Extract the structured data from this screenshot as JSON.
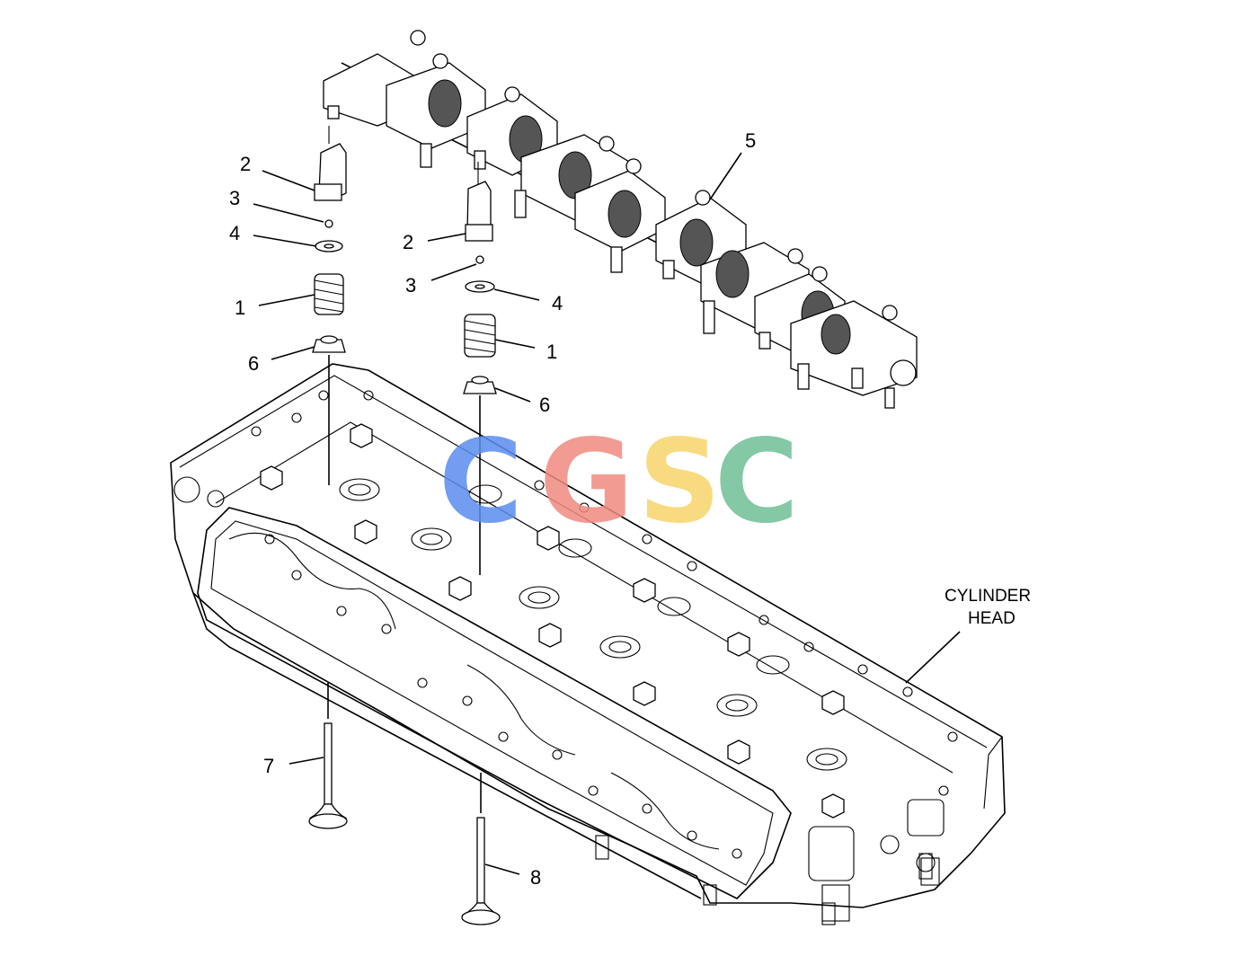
{
  "diagram": {
    "callouts": [
      {
        "id": "c2a",
        "text": "2"
      },
      {
        "id": "c3a",
        "text": "3"
      },
      {
        "id": "c4a",
        "text": "4"
      },
      {
        "id": "c1a",
        "text": "1"
      },
      {
        "id": "c6a",
        "text": "6"
      },
      {
        "id": "c2b",
        "text": "2"
      },
      {
        "id": "c3b",
        "text": "3"
      },
      {
        "id": "c4b",
        "text": "4"
      },
      {
        "id": "c1b",
        "text": "1"
      },
      {
        "id": "c6b",
        "text": "6"
      },
      {
        "id": "c5",
        "text": "5"
      },
      {
        "id": "c7",
        "text": "7"
      },
      {
        "id": "c8",
        "text": "8"
      }
    ],
    "cylinder_head_label": {
      "line1": "CYLINDER",
      "line2": "HEAD"
    }
  },
  "watermark": {
    "letters": [
      {
        "char": "C",
        "color": "#5b8def"
      },
      {
        "char": "G",
        "color": "#f08a80"
      },
      {
        "char": "S",
        "color": "#f7d56b"
      },
      {
        "char": "C",
        "color": "#6fbf97"
      }
    ]
  }
}
